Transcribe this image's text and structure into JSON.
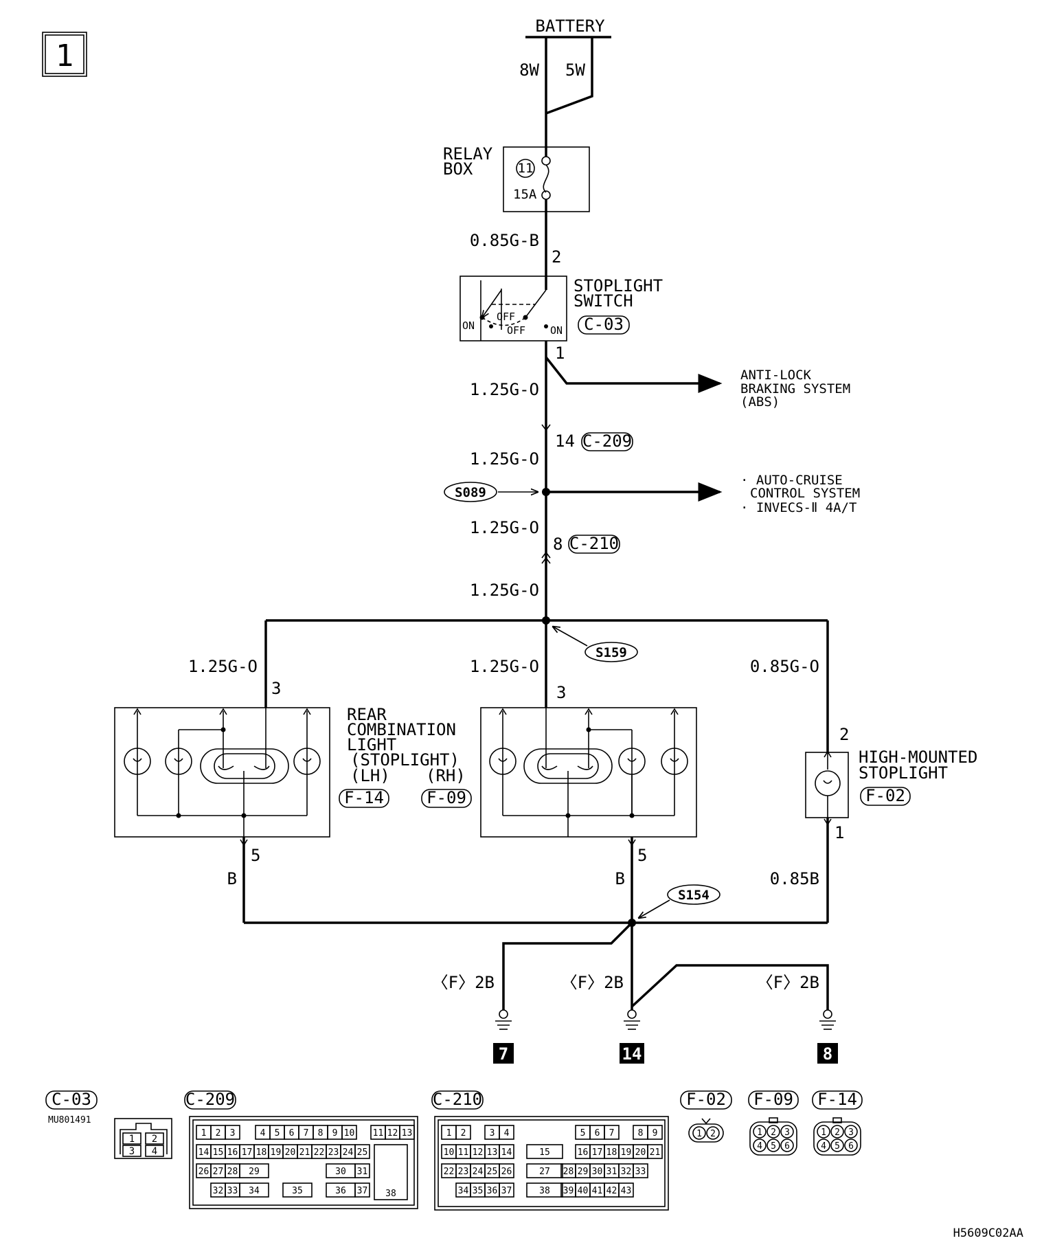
{
  "page_number": "1",
  "power": {
    "label": "BATTERY",
    "wire_a": "8W",
    "wire_b": "5W"
  },
  "relay_box": {
    "name_line1": "RELAY",
    "name_line2": "BOX",
    "fuse_number": "11",
    "fuse_rating": "15A"
  },
  "wires": {
    "relay_out": "0.85G-B",
    "switch_out": "1.25G-O",
    "c209_out": "1.25G-O",
    "s089_out": "1.25G-O",
    "c210_out": "1.25G-O",
    "left_branch": "1.25G-O",
    "center_branch": "1.25G-O",
    "right_branch": "0.85G-O",
    "left_ground": "B",
    "center_ground": "B",
    "right_ground": "0.85B"
  },
  "stoplight_switch": {
    "name_line1": "STOPLIGHT",
    "name_line2": "SWITCH",
    "connector": "C-03",
    "pin_in": "2",
    "pin_out": "1",
    "on_left": "ON",
    "on_right": "ON",
    "off_upper": "OFF",
    "off_lower": "OFF"
  },
  "abs": {
    "line1": "ANTI-LOCK",
    "line2": "BRAKING SYSTEM",
    "line3": "(ABS)"
  },
  "c209_joint": {
    "pin": "14",
    "connector": "C-209"
  },
  "splice_s089": "S089",
  "cruise": {
    "line1": "· AUTO-CRUISE",
    "line2": "CONTROL SYSTEM",
    "line3": "· INVECS-Ⅱ 4A/T"
  },
  "c210_joint": {
    "pin": "8",
    "connector": "C-210"
  },
  "splice_s159": "S159",
  "rear_combination": {
    "line1": "REAR",
    "line2": "COMBINATION",
    "line3": "LIGHT",
    "line4": "(STOPLIGHT)",
    "lh_label": "(LH)",
    "rh_label": "(RH)",
    "lh_connector": "F-14",
    "rh_connector": "F-09",
    "lh_pin_in": "3",
    "rh_pin_in": "3",
    "lh_pin_out": "5",
    "rh_pin_out": "5"
  },
  "high_mounted": {
    "line1": "HIGH-MOUNTED",
    "line2": "STOPLIGHT",
    "connector": "F-02",
    "pin_in": "2",
    "pin_out": "1"
  },
  "splice_s154": "S154",
  "grounds": [
    {
      "wire": "〈F〉2B",
      "number": "7"
    },
    {
      "wire": "〈F〉2B",
      "number": "14"
    },
    {
      "wire": "〈F〉2B",
      "number": "8"
    }
  ],
  "connector_views": {
    "c03": {
      "label": "C-03",
      "part_number": "MU801491",
      "pins": [
        "1",
        "2",
        "3",
        "4"
      ]
    },
    "c209": {
      "label": "C-209",
      "row1": [
        "1",
        "2",
        "3",
        "4",
        "5",
        "6",
        "7",
        "8",
        "9",
        "10",
        "11",
        "12",
        "13"
      ],
      "row2": [
        "14",
        "15",
        "16",
        "17",
        "18",
        "19",
        "20",
        "21",
        "22",
        "23",
        "24",
        "25"
      ],
      "row3": [
        "26",
        "27",
        "28",
        "29",
        "30",
        "31"
      ],
      "row4": [
        "32",
        "33",
        "34",
        "35",
        "36",
        "37"
      ],
      "big": "38"
    },
    "c210": {
      "label": "C-210",
      "row1": [
        "1",
        "2",
        "3",
        "4",
        "5",
        "6",
        "7",
        "8",
        "9"
      ],
      "row2": [
        "10",
        "11",
        "12",
        "13",
        "14",
        "15",
        "16",
        "17",
        "18",
        "19",
        "20",
        "21"
      ],
      "row3": [
        "22",
        "23",
        "24",
        "25",
        "26",
        "27",
        "28",
        "29",
        "30",
        "31",
        "32",
        "33"
      ],
      "row4": [
        "34",
        "35",
        "36",
        "37",
        "38",
        "39",
        "40",
        "41",
        "42",
        "43"
      ]
    },
    "f02": {
      "label": "F-02",
      "pins": [
        "1",
        "2"
      ]
    },
    "f09": {
      "label": "F-09",
      "pins": [
        "1",
        "2",
        "3",
        "4",
        "5",
        "6"
      ]
    },
    "f14": {
      "label": "F-14",
      "pins": [
        "1",
        "2",
        "3",
        "4",
        "5",
        "6"
      ]
    }
  },
  "drawing_code": "H5609C02AA"
}
